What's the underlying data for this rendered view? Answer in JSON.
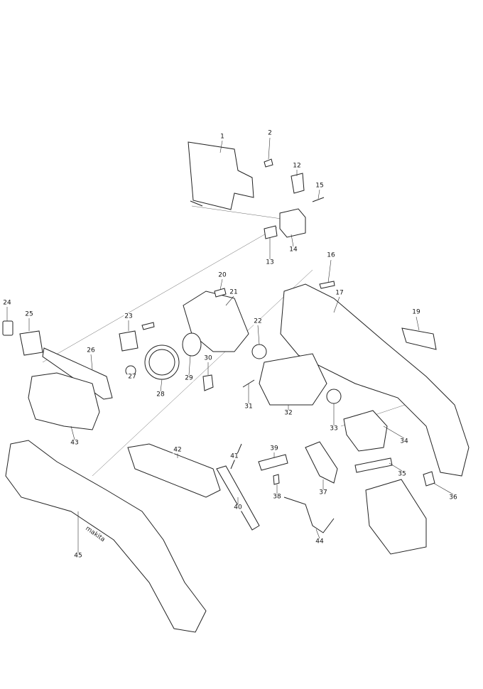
{
  "title": "Exploded parts diagram",
  "parts": {
    "p1": "1",
    "p2": "2",
    "p12": "12",
    "p15": "15",
    "p14": "14",
    "p13": "13",
    "p16": "16",
    "p20": "20",
    "p21": "21",
    "p17": "17",
    "p19": "19",
    "p22": "22",
    "p23": "23",
    "p24": "24",
    "p25": "25",
    "p26": "26",
    "p30": "30",
    "p29": "29",
    "p28": "28",
    "p27": "27",
    "p31": "31",
    "p32": "32",
    "p33": "33",
    "p34": "34",
    "p43": "43",
    "p42": "42",
    "p41": "41",
    "p39": "39",
    "p35": "35",
    "p36": "36",
    "p37": "37",
    "p38": "38",
    "p40": "40",
    "p44": "44",
    "p45": "45"
  },
  "logo_text": "makita"
}
